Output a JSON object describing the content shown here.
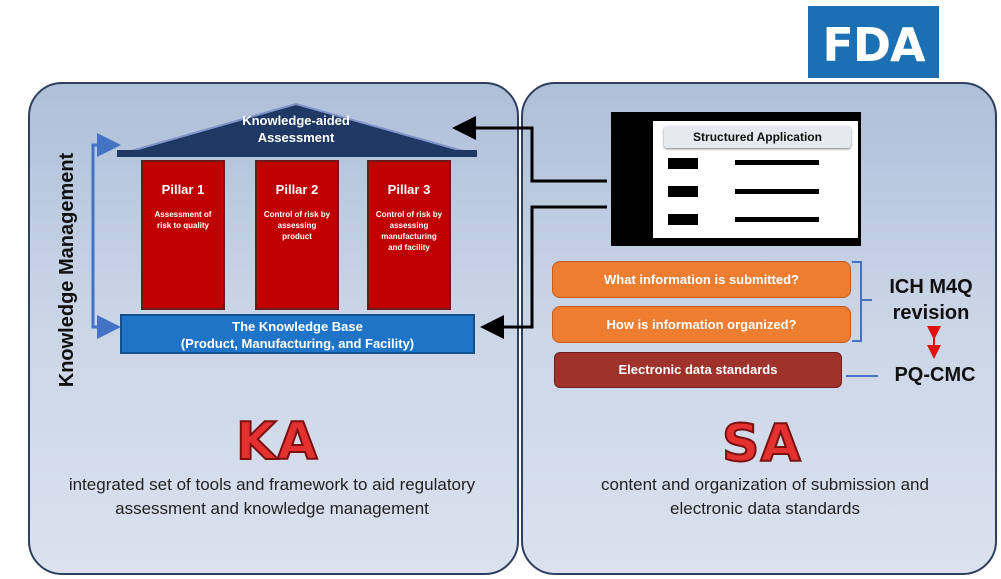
{
  "logo": {
    "text": "FDA"
  },
  "ka": {
    "side_label": "Knowledge Management",
    "roof": "Knowledge-aided Assessment",
    "pillars": [
      {
        "title": "Pillar 1",
        "desc": "Assessment of risk to quality"
      },
      {
        "title": "Pillar 2",
        "desc": "Control of risk by assessing product"
      },
      {
        "title": "Pillar 3",
        "desc": "Control of risk by assessing manufacturing and facility"
      }
    ],
    "base_line1": "The Knowledge Base",
    "base_line2": "(Product, Manufacturing, and Facility)",
    "big": "KA",
    "caption": "integrated set of tools and framework to aid regulatory assessment and knowledge management"
  },
  "sa": {
    "app_title": "Structured Application",
    "questions": [
      "What information is submitted?",
      "How is information organized?"
    ],
    "standards": "Electronic data standards",
    "ich": "ICH M4Q revision",
    "pqcmc": "PQ-CMC",
    "big": "SA",
    "caption": "content and organization of submission and electronic data standards"
  },
  "colors": {
    "roof": "#1f3864",
    "pillar": "#c00000",
    "base": "#1f74c7",
    "question": "#ed7d31",
    "standards": "#a0322c",
    "big_letters": "#e53030",
    "logo": "#1b6fb3"
  }
}
